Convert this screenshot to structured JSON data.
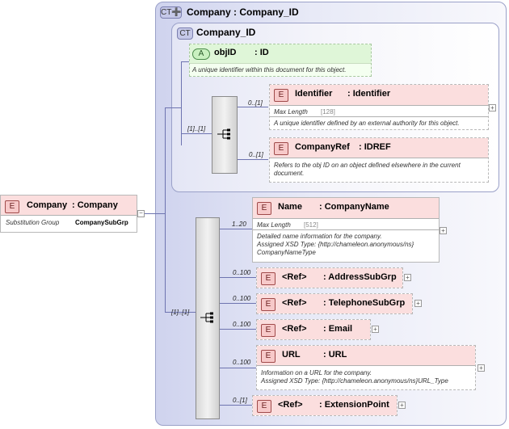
{
  "outer": {
    "badge": "CT",
    "title": "Company : Company_ID"
  },
  "inner": {
    "badge": "CT",
    "title": "Company_ID"
  },
  "root": {
    "badge": "E",
    "name": "Company",
    "type": ": Company",
    "sub_label": "Substitution Group",
    "sub_value": "CompanySubGrp"
  },
  "seq1": {
    "card": "[1]..[1]"
  },
  "seq2": {
    "card": "[1]..[1]"
  },
  "attr_objid": {
    "badge": "A",
    "name": "objID",
    "type": ": ID",
    "doc": "A unique identifier within this document for this object."
  },
  "identifier": {
    "badge": "E",
    "name": "Identifier",
    "type": ": Identifier",
    "card": "0..[1]",
    "facet_label": "Max Length",
    "facet_value": "[128]",
    "doc": "A unique identifier defined by an external authority for this object."
  },
  "companyref": {
    "badge": "E",
    "name": "CompanyRef",
    "type": ": IDREF",
    "card": "0..[1]",
    "doc1": "Refers to the obj ID on an object defined elsewhere in the current",
    "doc2": "document."
  },
  "name_el": {
    "badge": "E",
    "name": "Name",
    "type": ": CompanyName",
    "card": "1..20",
    "facet_label": "Max Length",
    "facet_value": "[512]",
    "doc1": "Detailed name information for the company.",
    "doc2": "Assigned XSD Type: {http://chameleon.anonymous/ns}",
    "doc3": "CompanyNameType"
  },
  "address": {
    "badge": "E",
    "ref": "<Ref>",
    "name": ": AddressSubGrp",
    "card": "0..100"
  },
  "telephone": {
    "badge": "E",
    "ref": "<Ref>",
    "name": ": TelephoneSubGrp",
    "card": "0..100"
  },
  "email": {
    "badge": "E",
    "ref": "<Ref>",
    "name": ": Email",
    "card": "0..100"
  },
  "url": {
    "badge": "E",
    "name": "URL",
    "type": ": URL",
    "card": "0..100",
    "doc1": "Information on a URL for the company.",
    "doc2": "Assigned XSD Type: {http://chameleon.anonymous/ns}URL_Type"
  },
  "extension": {
    "badge": "E",
    "ref": "<Ref>",
    "name": ": ExtensionPoint",
    "card": "0..[1]"
  }
}
